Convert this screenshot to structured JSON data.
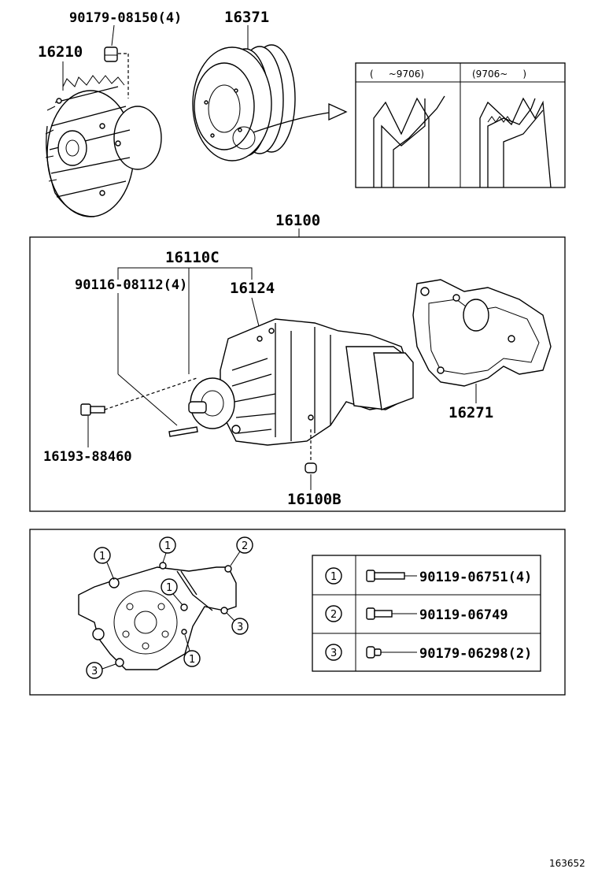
{
  "labels": {
    "bolt_fan_clutch": "90179-08150(4)",
    "fan_clutch": "16210",
    "pulley": "16371",
    "inset_left": "(     ~9706)",
    "inset_right": "(9706~     )",
    "water_pump_assy": "16100",
    "water_pump_sub": "16110C",
    "stud_bolt": "90116-08112(4)",
    "gasket_small": "16124",
    "gasket_large": "16271",
    "bolt_16193": "16193-88460",
    "plug_16100b": "16100B"
  },
  "legend": {
    "rows": [
      {
        "marker": "1",
        "part": "90119-06751(4)"
      },
      {
        "marker": "2",
        "part": "90119-06749"
      },
      {
        "marker": "3",
        "part": "90179-06298(2)"
      }
    ]
  },
  "bottom_view_markers": [
    "1",
    "1",
    "2",
    "1",
    "1",
    "3",
    "3"
  ],
  "figure_id": "163652"
}
